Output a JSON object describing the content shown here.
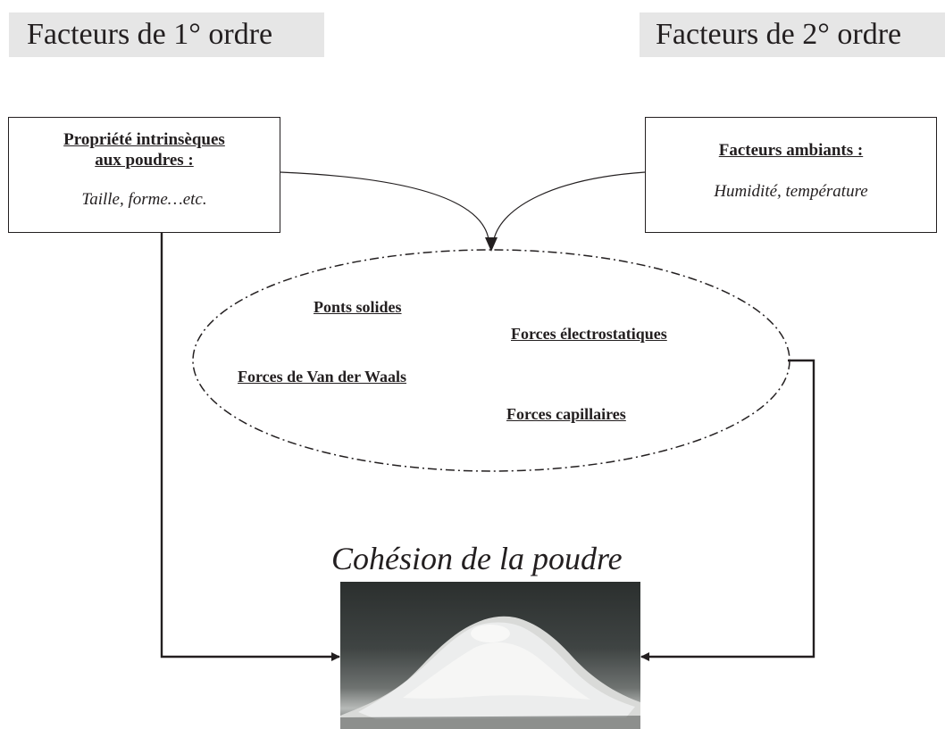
{
  "headers": {
    "first_order": "Facteurs de 1° ordre",
    "second_order": "Facteurs de 2° ordre"
  },
  "box_left": {
    "title_line1": "Propriété intrinsèques",
    "title_line2": "aux poudres :",
    "detail": "Taille, forme…etc."
  },
  "box_right": {
    "title": "Facteurs ambiants :",
    "detail": "Humidité, température"
  },
  "forces": [
    "Ponts solides",
    "Forces électrostatiques",
    "Forces de Van der Waals",
    "Forces capillaires"
  ],
  "result": {
    "caption": "Cohésion de la poudre",
    "image": "powder-pile-photo"
  },
  "colors": {
    "header_background": "#e6e6e6",
    "line": "#231f20"
  }
}
